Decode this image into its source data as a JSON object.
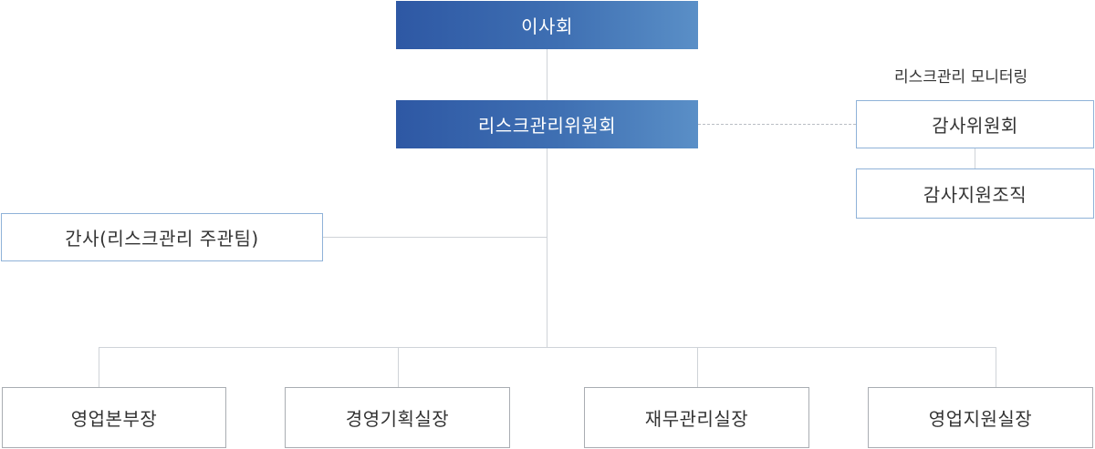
{
  "org_chart": {
    "board": "이사회",
    "risk_committee": "리스크관리위원회",
    "secretary": "간사(리스크관리 주관팀)",
    "monitoring_label": "리스크관리 모니터링",
    "audit_committee": "감사위원회",
    "audit_support": "감사지원조직",
    "departments": [
      "영업본부장",
      "경영기획실장",
      "재무관리실장",
      "영업지원실장"
    ]
  },
  "colors": {
    "primary_fill_start": "#2e58a4",
    "primary_fill_end": "#5a8fc7",
    "outline_blue": "#8fb2d8",
    "outline_gray": "#a9adb2",
    "connector": "#cfd3d8"
  }
}
